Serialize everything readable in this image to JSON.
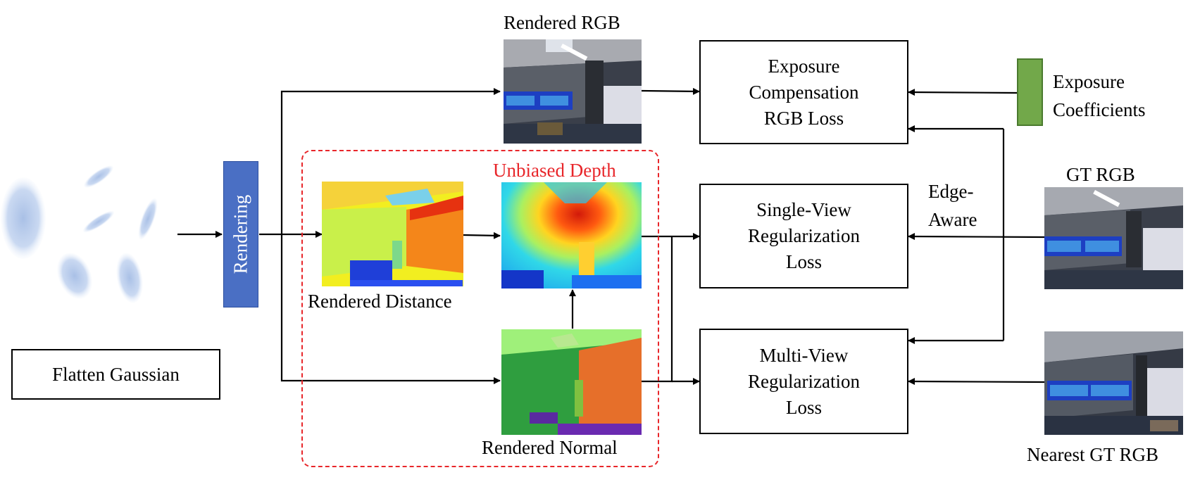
{
  "labels": {
    "rendered_rgb": "Rendered RGB",
    "unbiased_depth": "Unbiased Depth",
    "rendered_distance": "Rendered Distance",
    "rendered_normal": "Rendered Normal",
    "gt_rgb": "GT RGB",
    "nearest_gt_rgb": "Nearest GT RGB",
    "edge_aware_line1": "Edge-",
    "edge_aware_line2": "Aware",
    "exposure_coefficients_line1": "Exposure",
    "exposure_coefficients_line2": "Coefficients",
    "rendering": "Rendering",
    "flatten_gaussian": "Flatten Gaussian"
  },
  "losses": {
    "exposure": [
      "Exposure",
      "Compensation",
      "RGB Loss"
    ],
    "single_view": [
      "Single-View",
      "Regularization",
      "Loss"
    ],
    "multi_view": [
      "Multi-View",
      "Regularization",
      "Loss"
    ]
  },
  "colors": {
    "rendering_block": "#4a6fc4",
    "coefficient_block": "#72a84a",
    "unbiased_depth": "#e8262a",
    "gaussian": "#a9c0e6"
  }
}
